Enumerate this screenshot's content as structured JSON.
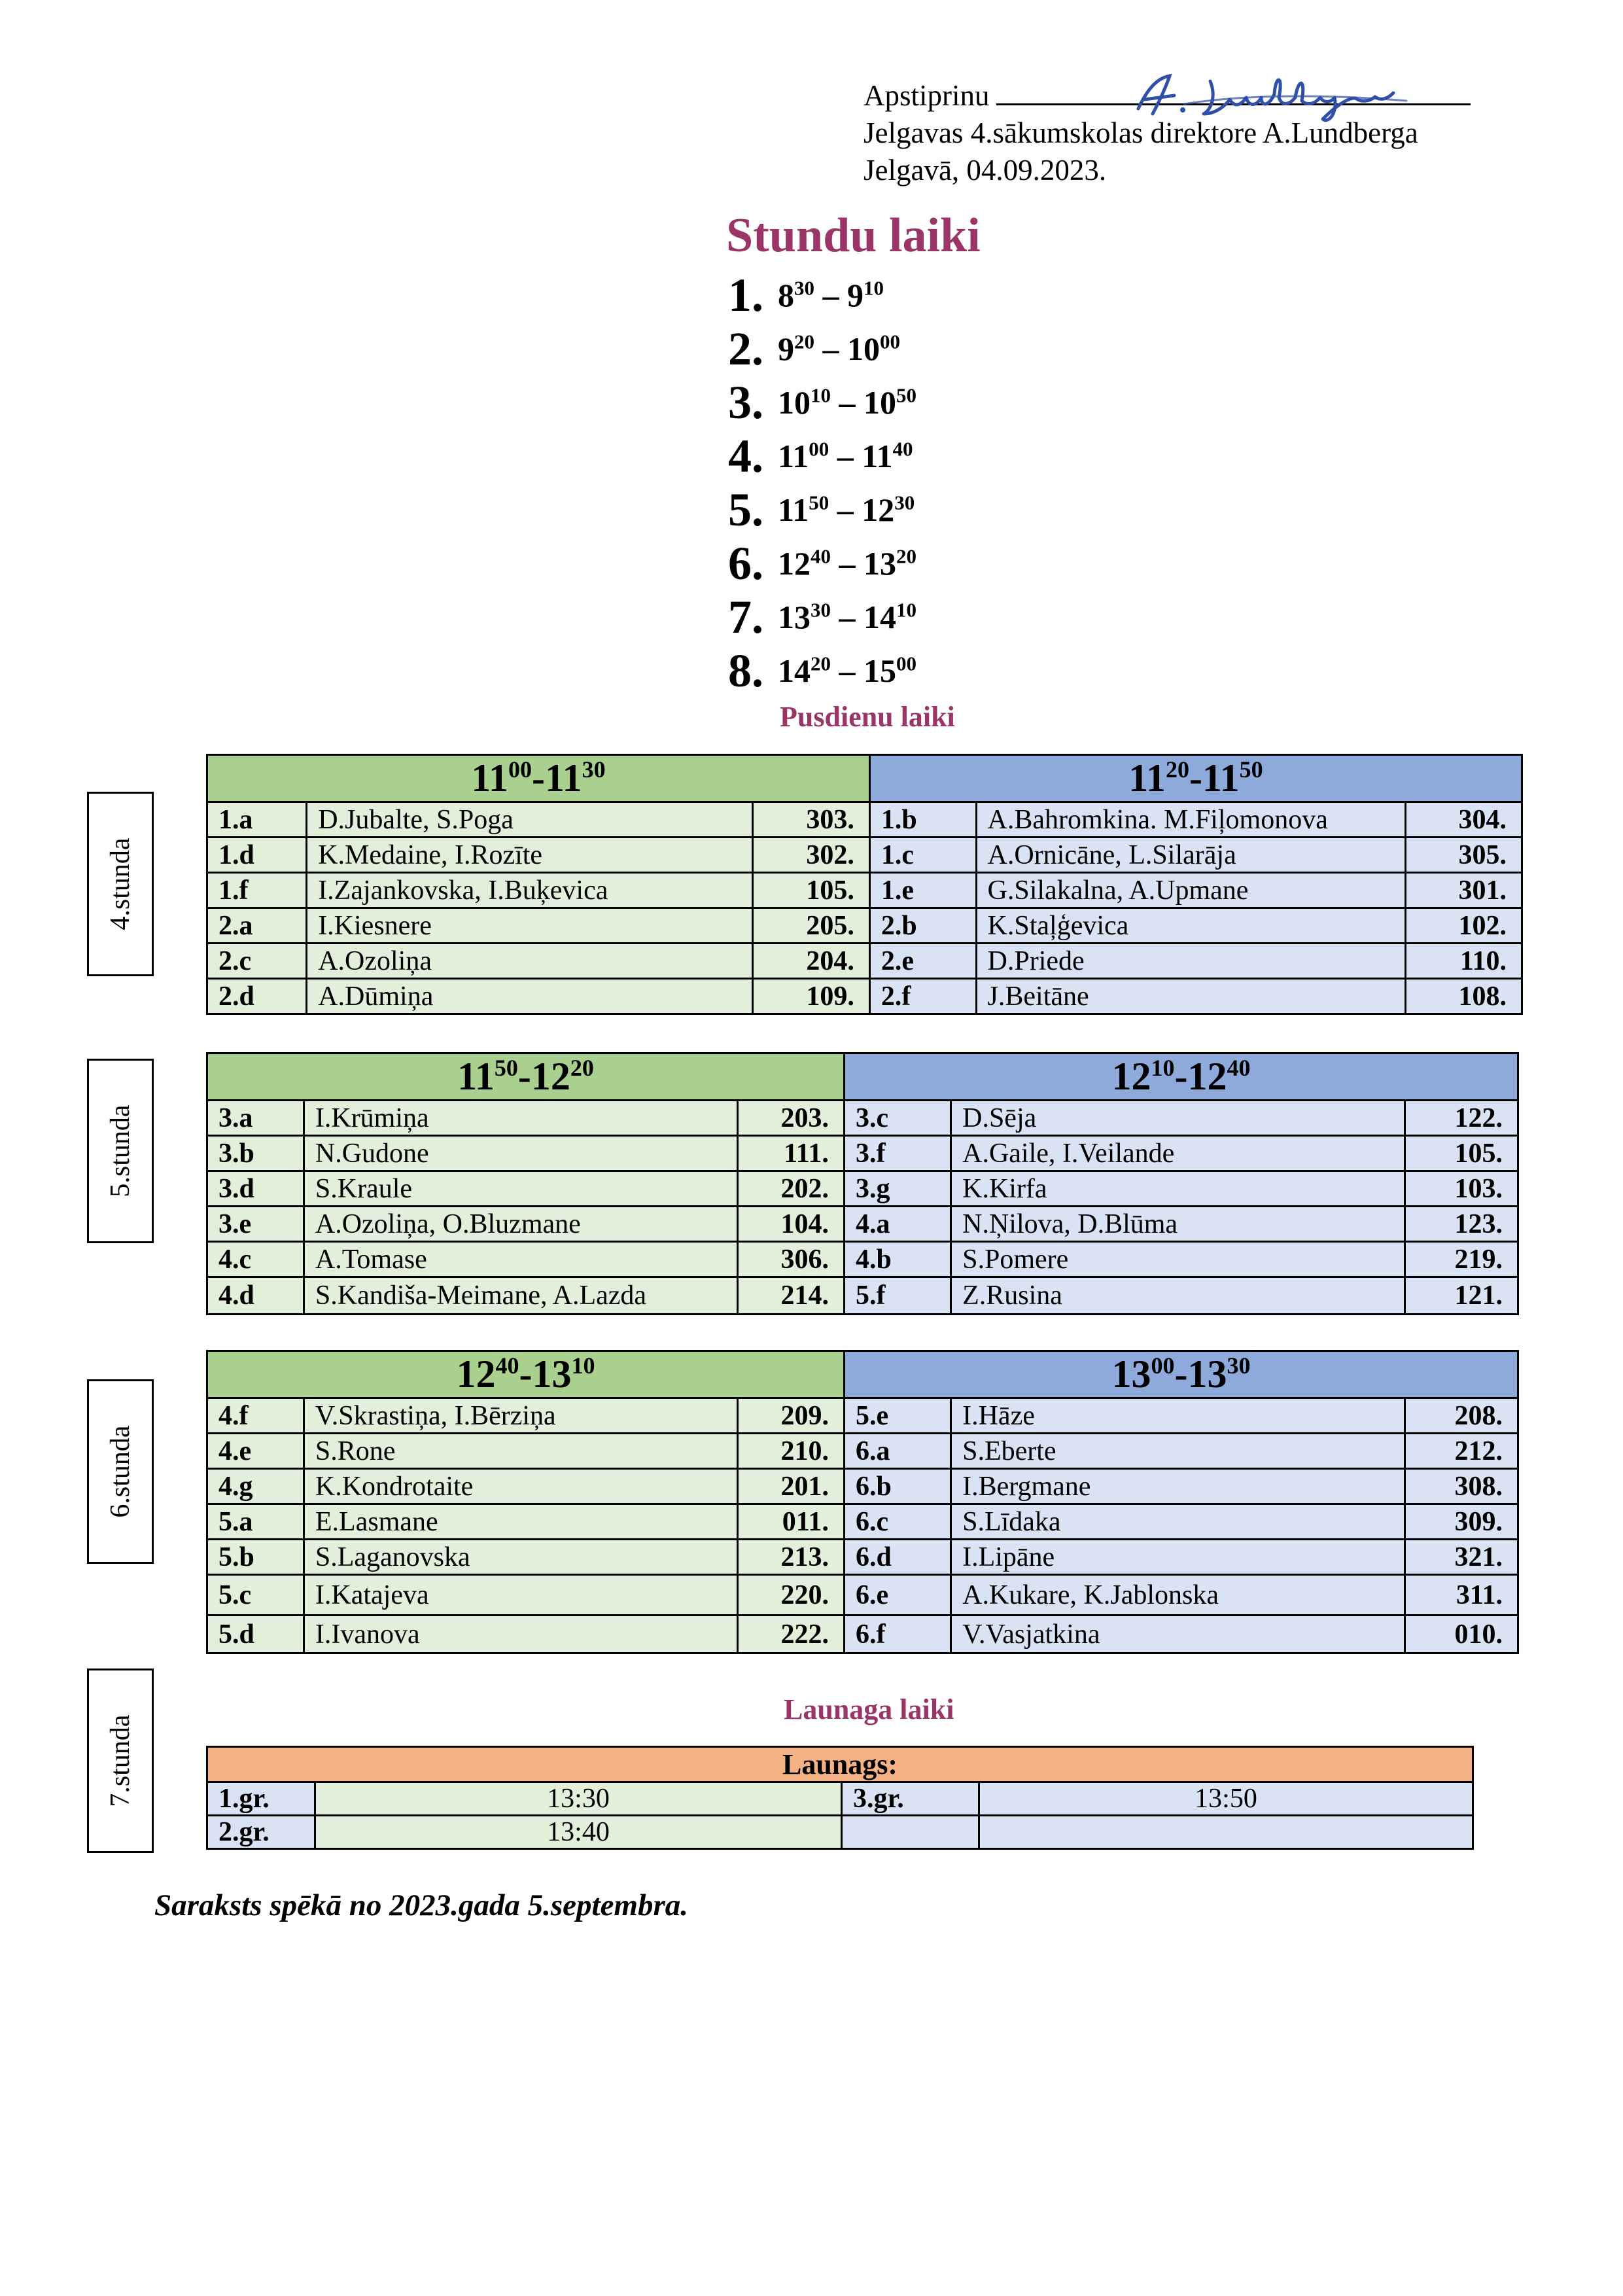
{
  "approval": {
    "label": "Apstiprinu",
    "line2": "Jelgavas 4.sākumskolas direktore A.Lundberga",
    "line3": "Jelgavā, 04.09.2023.",
    "signature_text": "A. Lundberga"
  },
  "title": "Stundu laiki",
  "lesson_times": [
    {
      "num": "1.",
      "sh": "8",
      "sm": "30",
      "eh": "9",
      "em": "10"
    },
    {
      "num": "2.",
      "sh": "9",
      "sm": "20",
      "eh": "10",
      "em": "00"
    },
    {
      "num": "3.",
      "sh": "10",
      "sm": "10",
      "eh": "10",
      "em": "50"
    },
    {
      "num": "4.",
      "sh": "11",
      "sm": "00",
      "eh": "11",
      "em": "40"
    },
    {
      "num": "5.",
      "sh": "11",
      "sm": "50",
      "eh": "12",
      "em": "30"
    },
    {
      "num": "6.",
      "sh": "12",
      "sm": "40",
      "eh": "13",
      "em": "20"
    },
    {
      "num": "7.",
      "sh": "13",
      "sm": "30",
      "eh": "14",
      "em": "10"
    },
    {
      "num": "8.",
      "sh": "14",
      "sm": "20",
      "eh": "15",
      "em": "00"
    }
  ],
  "lunch_title": "Pusdienu laiki",
  "blocks": [
    {
      "side_label": "4.stunda",
      "left_header": {
        "sh": "11",
        "sm": "00",
        "eh": "11",
        "em": "30"
      },
      "right_header": {
        "sh": "11",
        "sm": "20",
        "eh": "11",
        "em": "50"
      },
      "rows": [
        {
          "lc": "1.a",
          "lt": "D.Jubalte, S.Poga",
          "lr": "303.",
          "rc": "1.b",
          "rt": "A.Bahromkina. M.Fiļomonova",
          "rr": "304."
        },
        {
          "lc": "1.d",
          "lt": "K.Medaine, I.Rozīte",
          "lr": "302.",
          "rc": "1.c",
          "rt": "A.Ornicāne, L.Silarāja",
          "rr": "305."
        },
        {
          "lc": "1.f",
          "lt": "I.Zajankovska, I.Buķevica",
          "lr": "105.",
          "rc": "1.e",
          "rt": "G.Silakalna, A.Upmane",
          "rr": "301."
        },
        {
          "lc": "2.a",
          "lt": "I.Kiesnere",
          "lr": "205.",
          "rc": "2.b",
          "rt": "K.Staļģevica",
          "rr": "102."
        },
        {
          "lc": "2.c",
          "lt": "A.Ozoliņa",
          "lr": "204.",
          "rc": "2.e",
          "rt": "D.Priede",
          "rr": "110."
        },
        {
          "lc": "2.d",
          "lt": "A.Dūmiņa",
          "lr": "109.",
          "rc": "2.f",
          "rt": "J.Beitāne",
          "rr": "108."
        }
      ]
    },
    {
      "side_label": "5.stunda",
      "left_header": {
        "sh": "11",
        "sm": "50",
        "eh": "12",
        "em": "20"
      },
      "right_header": {
        "sh": "12",
        "sm": "10",
        "eh": "12",
        "em": "40"
      },
      "rows": [
        {
          "lc": "3.a",
          "lt": "I.Krūmiņa",
          "lr": "203.",
          "rc": "3.c",
          "rt": "D.Sēja",
          "rr": "122."
        },
        {
          "lc": "3.b",
          "lt": "N.Gudone",
          "lr": "111.",
          "rc": "3.f",
          "rt": "A.Gaile, I.Veilande",
          "rr": "105."
        },
        {
          "lc": "3.d",
          "lt": "S.Kraule",
          "lr": "202.",
          "rc": "3.g",
          "rt": "K.Kirfa",
          "rr": "103."
        },
        {
          "lc": "3.e",
          "lt": "A.Ozoliņa, O.Bluzmane",
          "lr": "104.",
          "rc": "4.a",
          "rt": "N.Ņilova, D.Blūma",
          "rr": "123."
        },
        {
          "lc": "4.c",
          "lt": "A.Tomase",
          "lr": "306.",
          "rc": "4.b",
          "rt": "S.Pomere",
          "rr": "219."
        },
        {
          "lc": "4.d",
          "lt": "S.Kandiša-Meimane, A.Lazda",
          "lr": "214.",
          "rc": "5.f",
          "rt": "Z.Rusina",
          "rr": "121."
        }
      ]
    },
    {
      "side_label": "6.stunda",
      "left_header": {
        "sh": "12",
        "sm": "40",
        "eh": "13",
        "em": "10"
      },
      "right_header": {
        "sh": "13",
        "sm": "00",
        "eh": "13",
        "em": "30"
      },
      "rows": [
        {
          "lc": "4.f",
          "lt": "V.Skrastiņa, I.Bērziņa",
          "lr": "209.",
          "rc": "5.e",
          "rt": "I.Hāze",
          "rr": "208."
        },
        {
          "lc": "4.e",
          "lt": "S.Rone",
          "lr": "210.",
          "rc": "6.a",
          "rt": "S.Eberte",
          "rr": "212."
        },
        {
          "lc": "4.g",
          "lt": "K.Kondrotaite",
          "lr": "201.",
          "rc": "6.b",
          "rt": "I.Bergmane",
          "rr": "308."
        },
        {
          "lc": "5.a",
          "lt": "E.Lasmane",
          "lr": "011.",
          "rc": "6.c",
          "rt": "S.Līdaka",
          "rr": "309."
        },
        {
          "lc": "5.b",
          "lt": "S.Laganovska",
          "lr": "213.",
          "rc": "6.d",
          "rt": "I.Lipāne",
          "rr": "321."
        },
        {
          "lc": "5.c",
          "lt": "I.Katajeva",
          "lr": "220.",
          "rc": "6.e",
          "rt": "A.Kukare, K.Jablonska",
          "rr": "311."
        },
        {
          "lc": "5.d",
          "lt": "I.Ivanova",
          "lr": "222.",
          "rc": "6.f",
          "rt": "V.Vasjatkina",
          "rr": "010."
        }
      ]
    }
  ],
  "snack": {
    "side_label": "7.stunda",
    "title": "Launaga laiki",
    "header": "Launags:",
    "rows": [
      {
        "lg": "1.gr.",
        "lt": "13:30",
        "rg": "3.gr.",
        "rt": "13:50"
      },
      {
        "lg": "2.gr.",
        "lt": "13:40",
        "rg": "",
        "rt": ""
      }
    ]
  },
  "footer": "Saraksts spēkā no 2023.gada 5.septembra.",
  "colors": {
    "accent_title": "#9b3568",
    "green_header": "#a9d08e",
    "green_cell": "#e2efda",
    "blue_header": "#8eaadb",
    "blue_cell": "#dae3f3",
    "orange_header": "#f4b183",
    "signature_ink": "#2f4fa8"
  }
}
